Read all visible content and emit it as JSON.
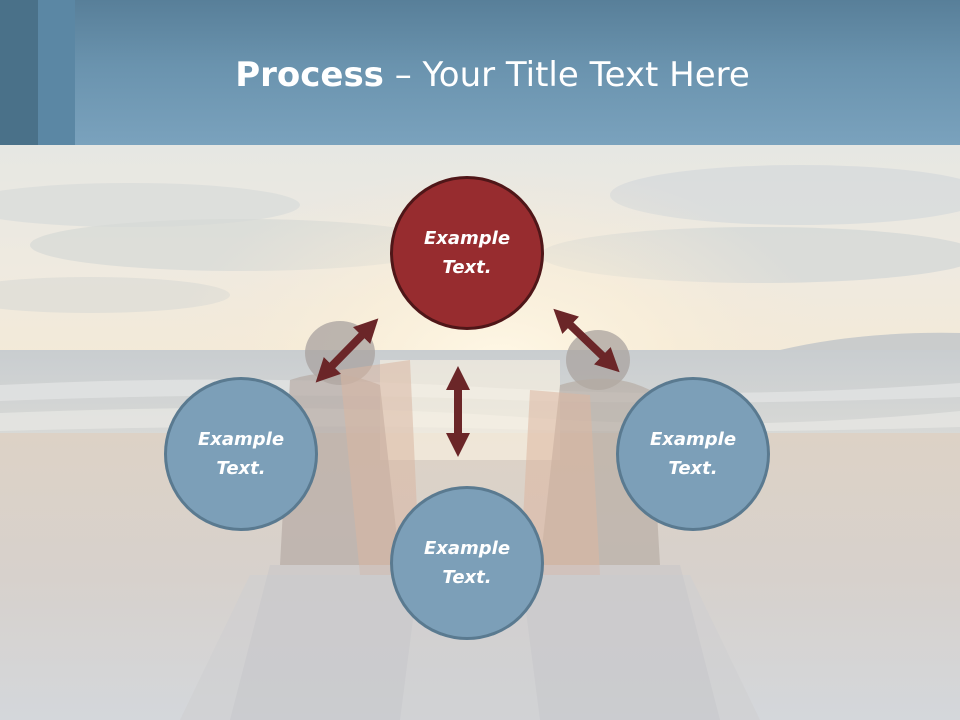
{
  "title": {
    "bold_part": "Process",
    "rest": " – Your Title Text Here"
  },
  "diagram": {
    "nodes": [
      {
        "id": "top",
        "label": "Example\nText.",
        "color": "#972c2f"
      },
      {
        "id": "left",
        "label": "Example\nText.",
        "color": "#7c9fb8"
      },
      {
        "id": "bottom",
        "label": "Example\nText.",
        "color": "#7c9fb8"
      },
      {
        "id": "right",
        "label": "Example\nText.",
        "color": "#7c9fb8"
      }
    ],
    "arrow_color": "#6b2628",
    "arrow_type": "double-headed"
  },
  "colors": {
    "header": "#6a93ae",
    "accent": "#972c2f",
    "node": "#7c9fb8"
  }
}
